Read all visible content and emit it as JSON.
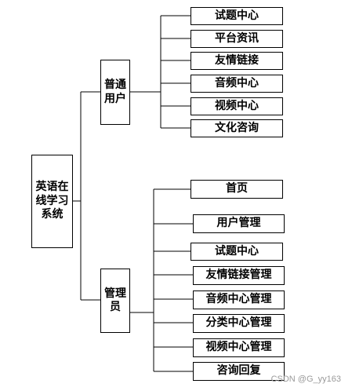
{
  "root": {
    "label": "英语在\n线学习\n系统"
  },
  "branches": [
    {
      "label": "普通\n用户",
      "children": [
        "试题中心",
        "平台资讯",
        "友情链接",
        "音频中心",
        "视频中心",
        "文化咨询"
      ]
    },
    {
      "label": "管理\n员",
      "children": [
        "首页",
        "用户管理",
        "试题中心",
        "友情链接管理",
        "音频中心管理",
        "分类中心管理",
        "视频中心管理",
        "咨询回复"
      ]
    }
  ],
  "watermark": "CSDN @G_yy163"
}
